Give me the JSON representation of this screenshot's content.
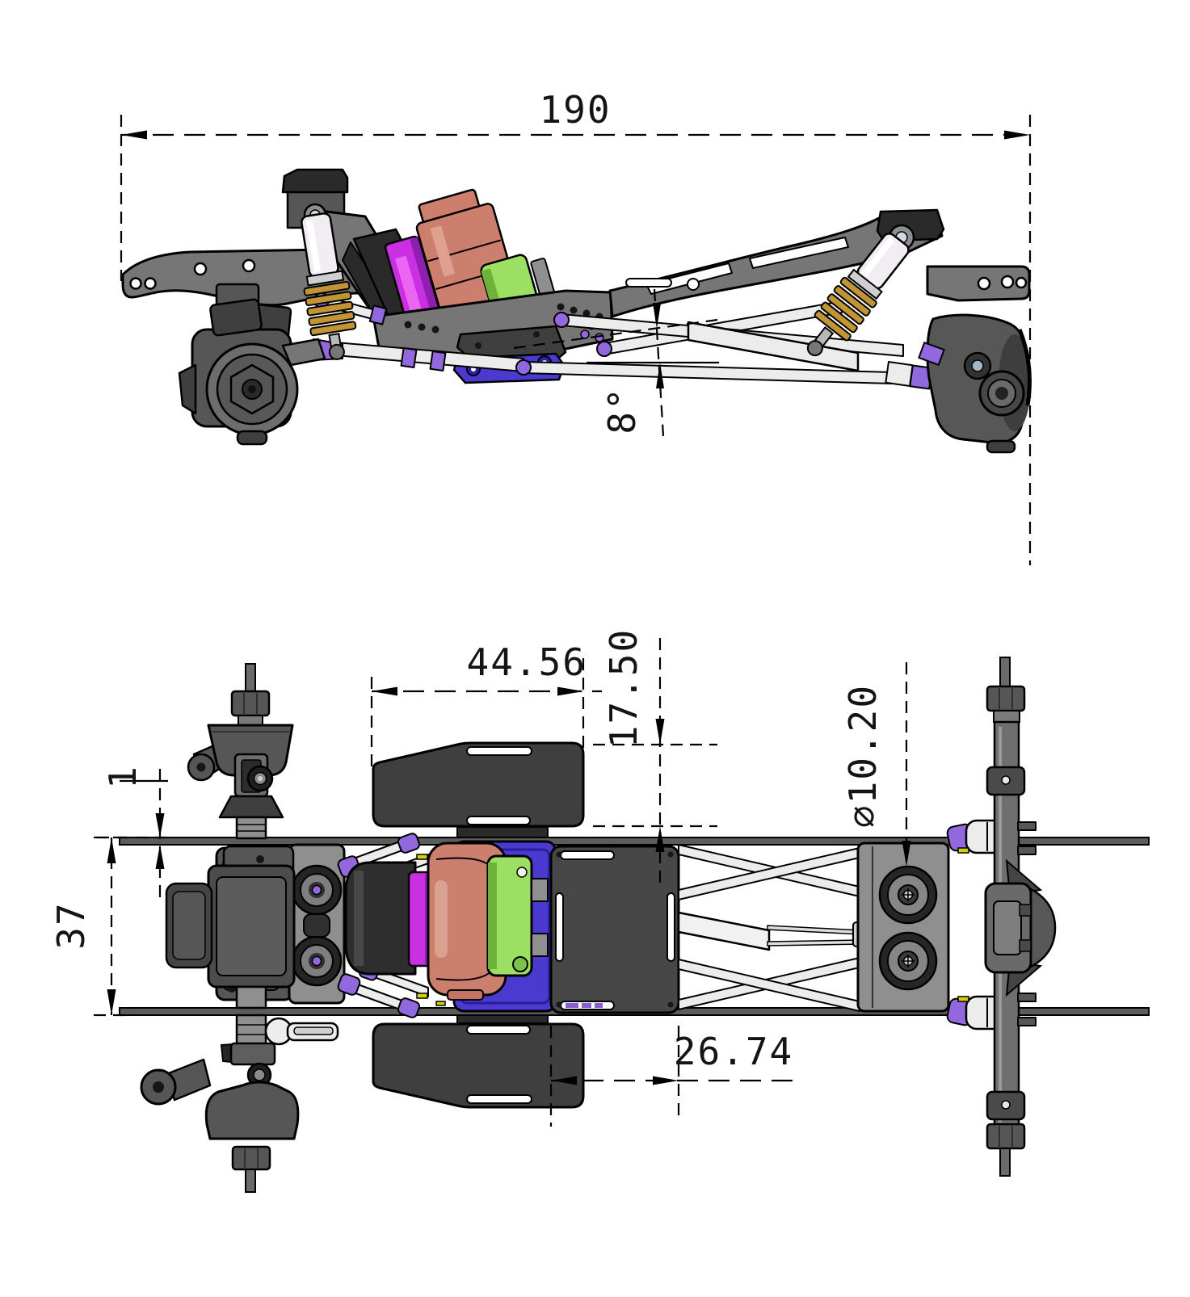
{
  "drawing": {
    "type": "cad-2-view-dimensioned-drawing",
    "subject": "RC crawler chassis",
    "views": {
      "side": {
        "label": "side-view"
      },
      "top": {
        "label": "top-view"
      }
    },
    "dimensions": {
      "overall_length": "190",
      "rake_angle": "8°",
      "motor_mount_span": "44.56",
      "side_panel_height": "17.50",
      "pulley_diameter": "⌀10.20",
      "rail_thickness": "1",
      "rail_spacing": "37",
      "skid_offset": "26.74"
    },
    "colors": {
      "chassis_gray": "#767676",
      "dark_gray": "#3f3f3f",
      "link_silver": "#ececec",
      "spring_gold": "#c19434",
      "rod_end_purple": "#9168dd",
      "motor_plate_magenta": "#cb2fe2",
      "gearbox_salmon": "#cd7f6e",
      "cover_green": "#9bdf63",
      "skid_blue": "#4a3ad0",
      "background": "#ffffff"
    }
  }
}
